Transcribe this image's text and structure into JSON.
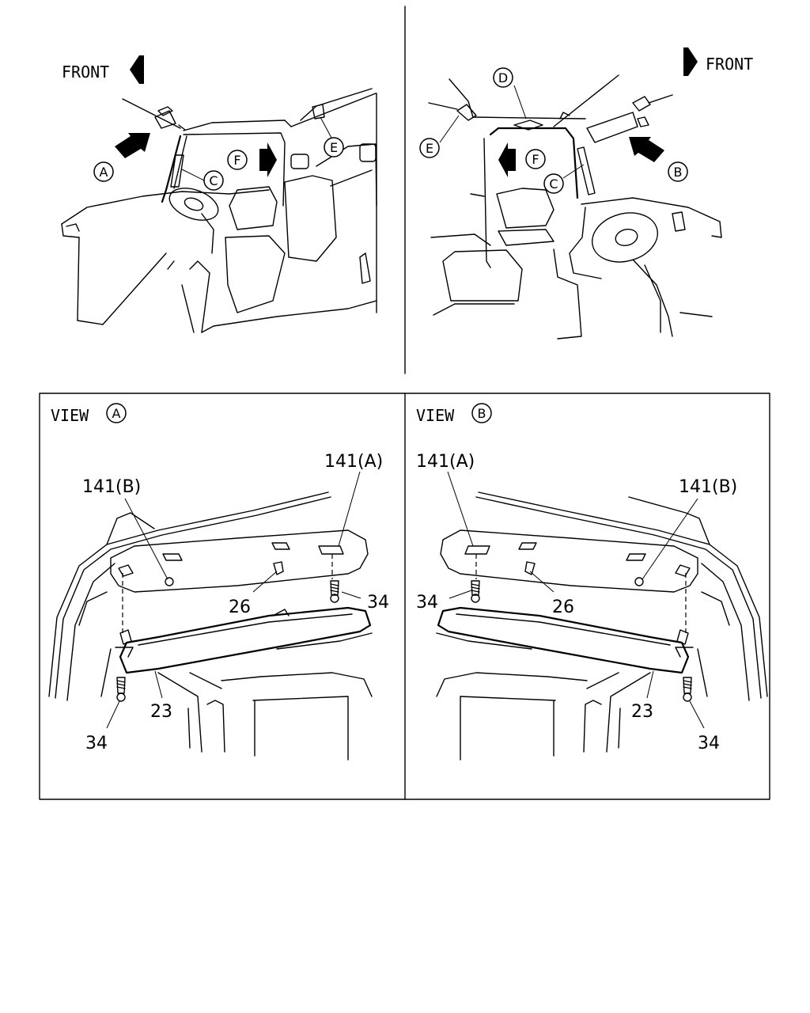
{
  "top_left": {
    "front_label": "FRONT",
    "callouts": {
      "a": "A",
      "c": "C",
      "f": "F",
      "e": "E"
    }
  },
  "top_right": {
    "front_label": "FRONT",
    "callouts": {
      "d": "D",
      "e": "E",
      "f": "F",
      "c": "C",
      "b": "B"
    }
  },
  "view_a": {
    "title_prefix": "VIEW",
    "title_letter": "A",
    "labels": {
      "p141b": "141(B)",
      "p141a": "141(A)",
      "p26": "26",
      "p34_right": "34",
      "p23": "23",
      "p34_left": "34"
    }
  },
  "view_b": {
    "title_prefix": "VIEW",
    "title_letter": "B",
    "labels": {
      "p141a": "141(A)",
      "p141b": "141(B)",
      "p34_left": "34",
      "p26": "26",
      "p23": "23",
      "p34_right": "34"
    }
  },
  "icons": [
    "front-arrow-left-icon",
    "front-arrow-right-icon",
    "view-arrow-icon",
    "screw-icon",
    "clip-icon"
  ]
}
